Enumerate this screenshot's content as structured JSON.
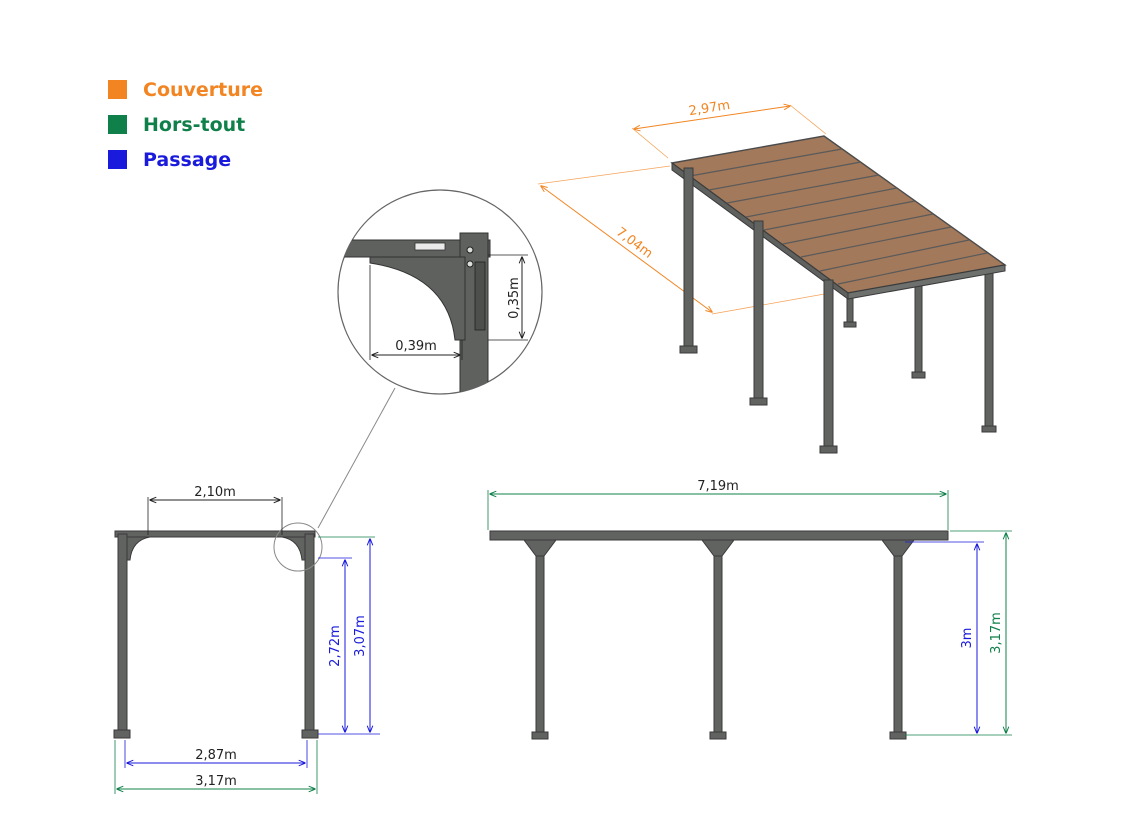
{
  "legend": {
    "items": [
      {
        "label": "Couverture",
        "color": "#f28522"
      },
      {
        "label": "Hors-tout",
        "color": "#10804a"
      },
      {
        "label": "Passage",
        "color": "#1a1adc"
      }
    ]
  },
  "dimensions": {
    "iso_width": "2,97m",
    "iso_length": "7,04m",
    "detail_height": "0,35m",
    "detail_width": "0,39m",
    "front_span_top": "2,10m",
    "front_passage_height": "2,72m",
    "front_total_height": "3,07m",
    "front_passage_width": "2,87m",
    "front_total_width": "3,17m",
    "side_total_length": "7,19m",
    "side_passage_height": "3m",
    "side_total_height": "3,17m"
  },
  "colors": {
    "orange": "#f28522",
    "green": "#10804a",
    "blue": "#1a1adc",
    "steel": "#5e615e",
    "roof": "#a2795b"
  }
}
